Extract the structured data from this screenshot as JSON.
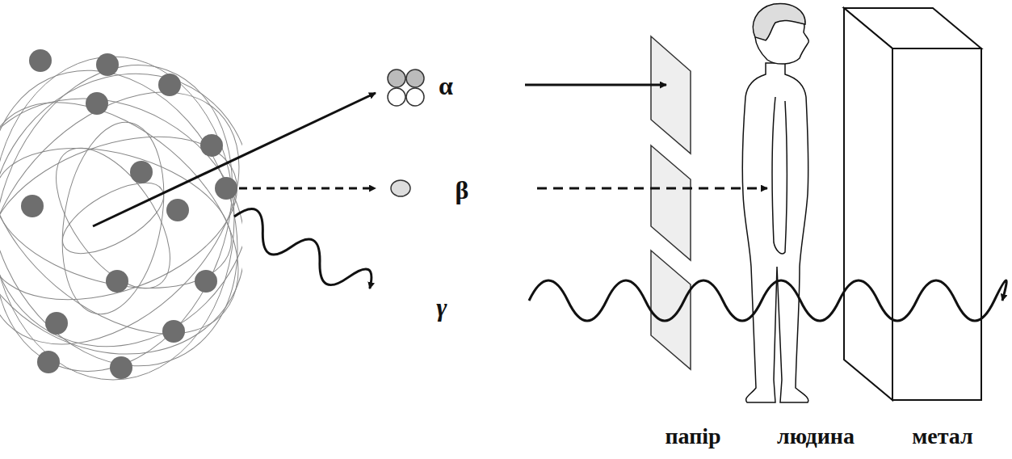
{
  "diagram": {
    "labels": [
      "α",
      "β",
      "γ",
      "папір",
      "людина",
      "метал"
    ]
  }
}
